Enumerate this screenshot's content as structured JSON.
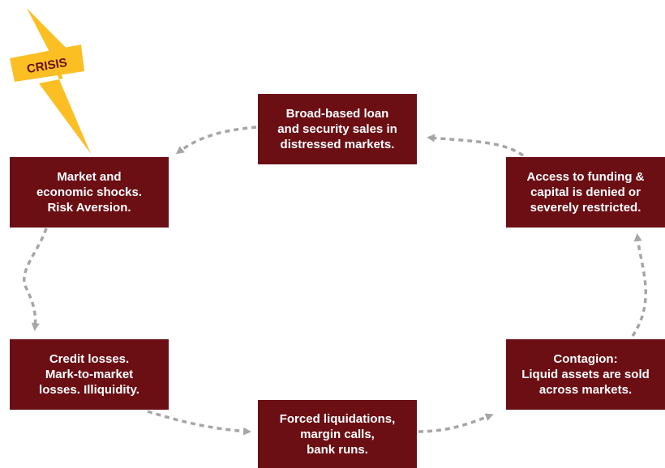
{
  "crisis": {
    "label": "CRISIS",
    "bolt_color": "#fbbf24",
    "label_color": "#6b0f14",
    "icon": "lightning-bolt-icon"
  },
  "colors": {
    "box_fill": "#6b0f14",
    "box_text": "#ffffff",
    "arrow": "#a6a6a6"
  },
  "boxes": {
    "shocks": {
      "lines": [
        "Market and",
        "economic shocks.",
        "Risk Aversion."
      ]
    },
    "sales": {
      "lines": [
        "Broad-based loan",
        "and security sales in",
        "distressed markets."
      ]
    },
    "funding": {
      "lines": [
        "Access to funding &",
        "capital is denied or",
        "severely restricted."
      ]
    },
    "credit": {
      "lines": [
        "Credit losses.",
        "Mark-to-market",
        "losses. Illiquidity."
      ]
    },
    "forced": {
      "lines": [
        "Forced liquidations,",
        "margin calls,",
        "bank runs."
      ]
    },
    "contagion": {
      "lines": [
        "Contagion:",
        "Liquid assets are sold",
        "across markets."
      ]
    }
  }
}
